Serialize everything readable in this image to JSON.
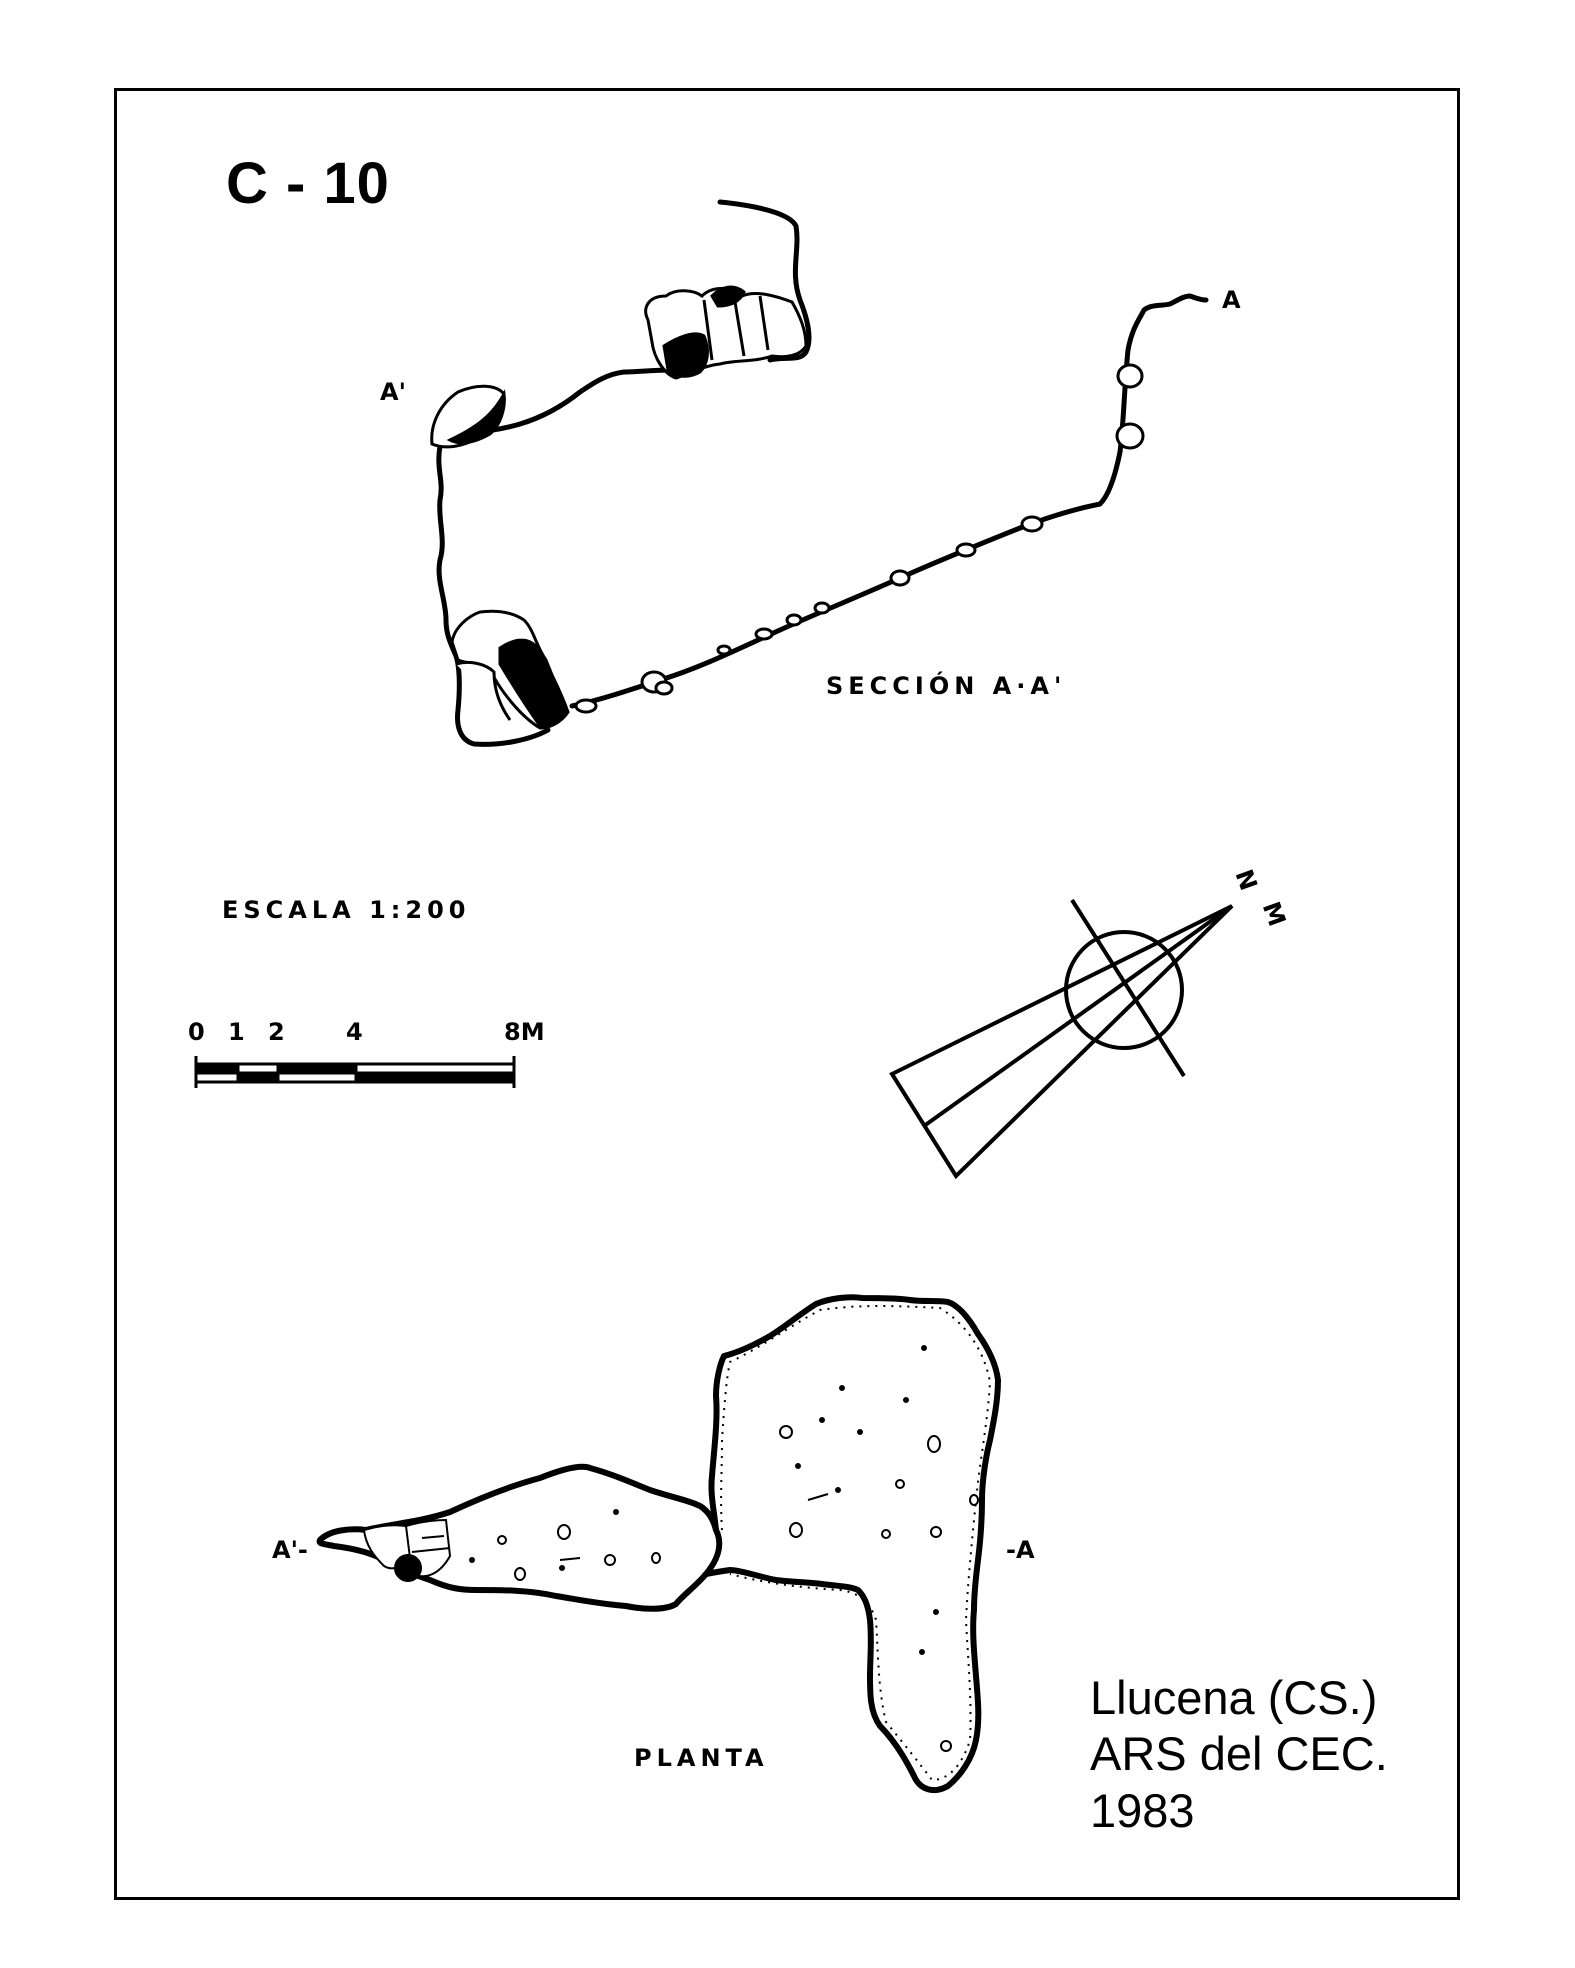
{
  "sheet_id": "C - 10",
  "section": {
    "title": "SECCIÓN  A·A'",
    "end_a": "A",
    "end_a_prime": "A'"
  },
  "scale": {
    "label": "ESCALA  1:200",
    "ticks": [
      "0",
      "1",
      "2",
      "4",
      "8M"
    ]
  },
  "compass": {
    "label_n": "N",
    "label_m": "M"
  },
  "plan": {
    "title": "PLANTA",
    "end_a": "-A",
    "end_a_prime": "A'-"
  },
  "credit": {
    "line1": "Llucena (CS.)",
    "line2": "ARS del CEC.",
    "line3": "1983"
  },
  "colors": {
    "ink": "#000000",
    "paper": "#ffffff"
  }
}
